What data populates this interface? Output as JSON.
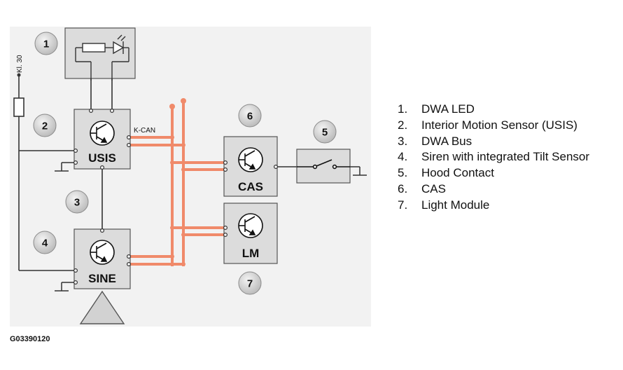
{
  "diagram": {
    "supply_label": "Kl. 30",
    "bus_label": "K-CAN",
    "modules": {
      "usis": "USIS",
      "sine": "SINE",
      "cas": "CAS",
      "lm": "LM"
    },
    "badges": [
      "1",
      "2",
      "3",
      "4",
      "5",
      "6",
      "7"
    ]
  },
  "legend": [
    {
      "num": "1.",
      "text": "DWA LED"
    },
    {
      "num": "2.",
      "text": "Interior Motion Sensor (USIS)"
    },
    {
      "num": "3.",
      "text": "DWA Bus"
    },
    {
      "num": "4.",
      "text": "Siren with integrated Tilt Sensor"
    },
    {
      "num": "5.",
      "text": "Hood Contact"
    },
    {
      "num": "6.",
      "text": "CAS"
    },
    {
      "num": "7.",
      "text": "Light Module"
    }
  ],
  "figure_code": "G03390120",
  "colors": {
    "background": "#f2f2f2",
    "module": "#dcdcdc",
    "bus": "#f08a6a",
    "wire": "#333333",
    "badge": "#d2d2d2"
  }
}
